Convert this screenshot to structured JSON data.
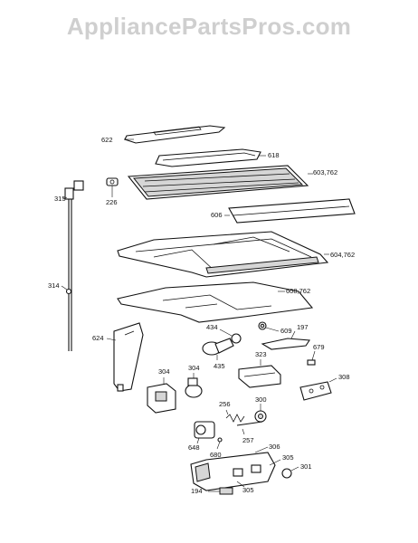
{
  "header": {
    "watermark": "AppliancePartsPros.com"
  },
  "labels": {
    "p622": "622",
    "p618": "618",
    "p603": "603,762",
    "p226": "226",
    "p315": "315",
    "p606": "606",
    "p604": "604,762",
    "p314": "314",
    "p608": "608,762",
    "p434": "434",
    "p609": "609",
    "p197": "197",
    "p624": "624",
    "p435": "435",
    "p679": "679",
    "p304a": "304",
    "p304b": "304",
    "p323": "323",
    "p308": "308",
    "p256": "256",
    "p300": "300",
    "p257": "257",
    "p648": "648",
    "p680": "680",
    "p306": "306",
    "p305a": "305",
    "p301": "301",
    "p194": "194",
    "p305b": "305"
  }
}
